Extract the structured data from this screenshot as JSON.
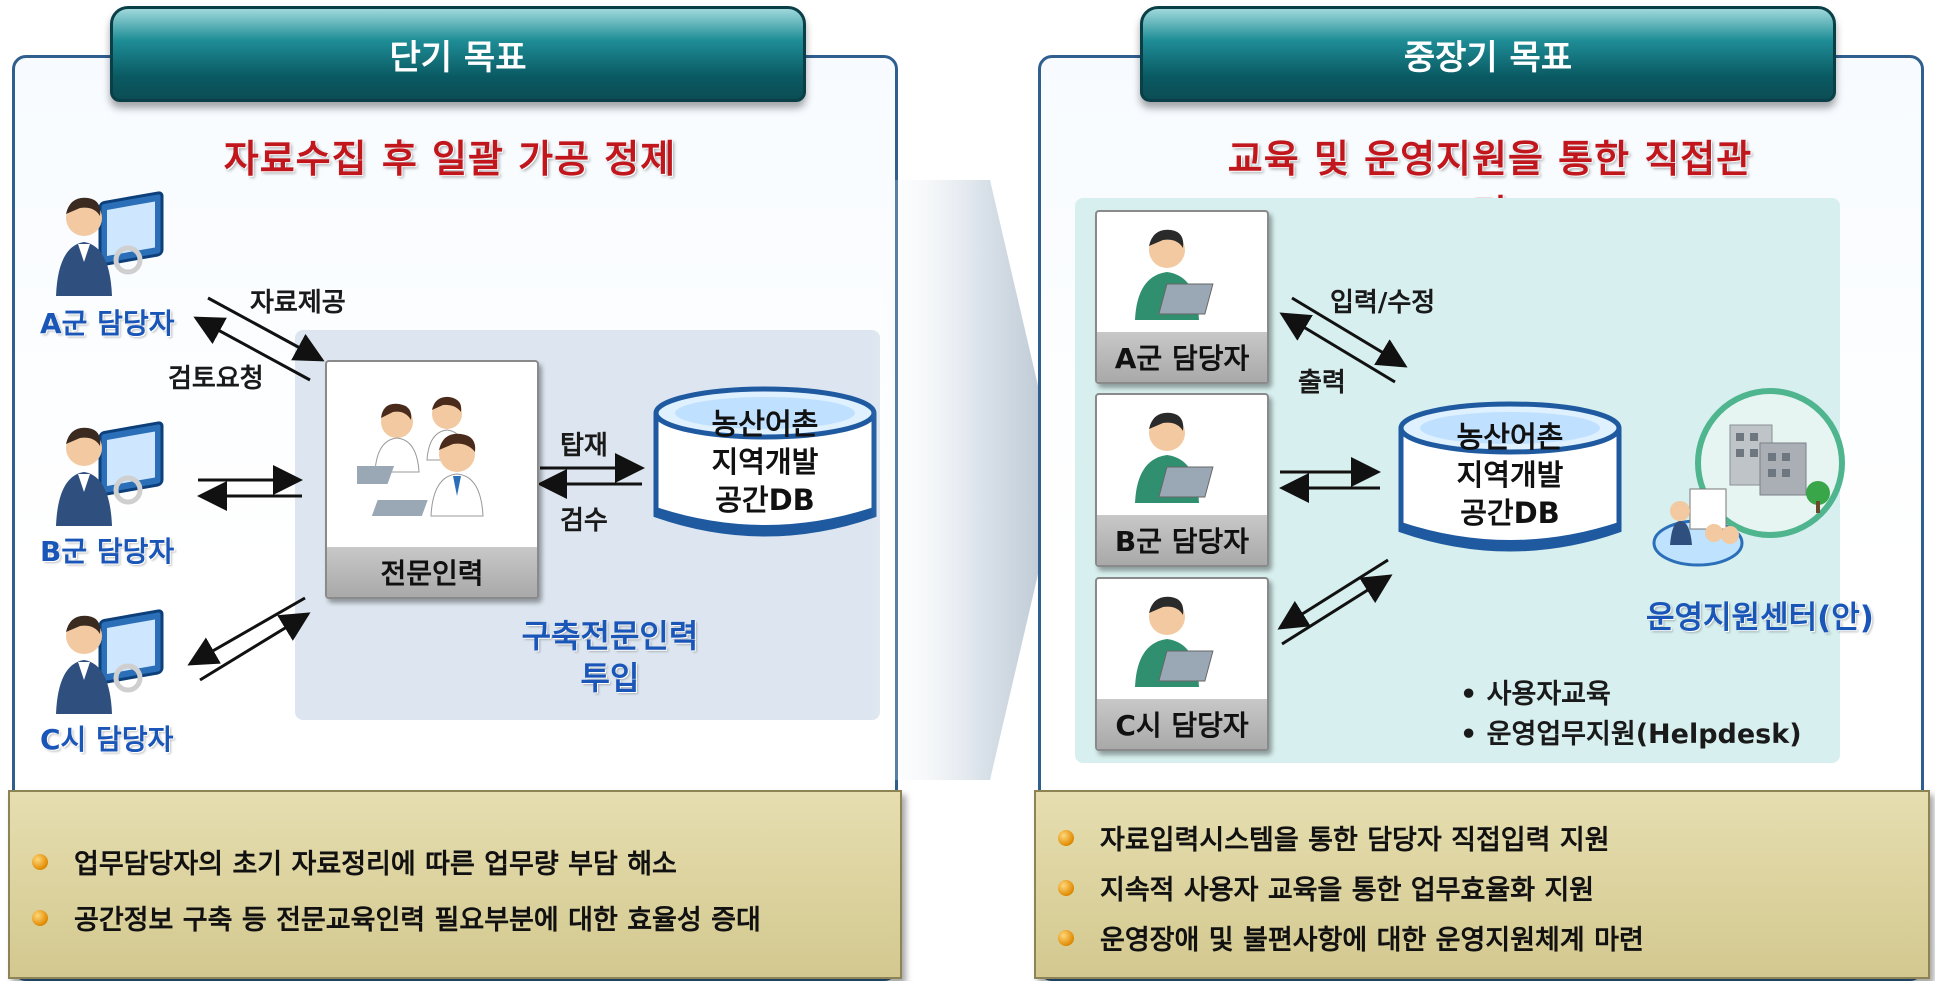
{
  "left": {
    "tab_title": "단기 목표",
    "headline": "자료수집 후 일괄 가공 정제",
    "persons": [
      {
        "label": "A군 담당자"
      },
      {
        "label": "B군 담당자"
      },
      {
        "label": "C시 담당자"
      }
    ],
    "arrow_labels": {
      "provide": "자료제공",
      "review": "검토요청",
      "load": "탑재",
      "inspect": "검수"
    },
    "expert_card_label": "전문인력",
    "db_lines": [
      "농산어촌",
      "지역개발",
      "공간DB"
    ],
    "expert_input_lines": [
      "구축전문인력",
      "투입"
    ],
    "bullets": [
      "업무담당자의 초기 자료정리에 따른 업무량 부담 해소",
      "공간정보 구축 등 전문교육인력 필요부분에 대한 효율성 증대"
    ]
  },
  "right": {
    "tab_title": "중장기 목표",
    "headline": "교육 및 운영지원을 통한 직접관리",
    "cards": [
      {
        "label": "A군 담당자"
      },
      {
        "label": "B군 담당자"
      },
      {
        "label": "C시 담당자"
      }
    ],
    "arrow_labels": {
      "input_edit": "입력/수정",
      "output": "출력"
    },
    "db_lines": [
      "농산어촌",
      "지역개발",
      "공간DB"
    ],
    "center_label": "운영지원센터(안)",
    "services": [
      "• 사용자교육",
      "• 운영업무지원(Helpdesk)"
    ],
    "bullets": [
      "자료입력시스템을 통한 담당자 직접입력 지원",
      "지속적 사용자 교육을 통한 업무효율화 지원",
      "운영장애 및 불편사항에 대한 운영지원체계 마련"
    ]
  },
  "icons": [
    "person-computer-icon",
    "expert-team-icon",
    "database-icon",
    "person-laptop-icon",
    "building-icon",
    "presentation-icon",
    "big-arrow-icon"
  ]
}
